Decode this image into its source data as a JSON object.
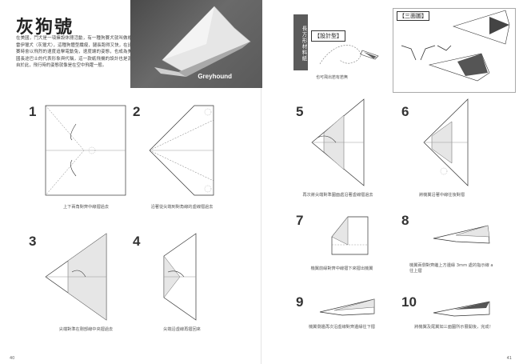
{
  "title": "灰狗號",
  "intro": "在美國，鬥犬是一項擁設休閒活動，有一種狗賽犬就叫做格雷伊獵犬（灰獵犬），這種狗體型纖瘦，腿長跑得又快，在比賽時會以飛烈的速度追擊電動兔，速度讓的姿態，也成為美國長途巴士的代表形象與代稱，這一款紙飛機的設計也是源自於此，飛行時的姿態就像是在空中飛躍一般。",
  "photo_label": "Greyhound",
  "vertical_tag": "長方形材料紙",
  "design_label": "【設計型】",
  "sketch_caption": "也可飛出若有若無",
  "three_view_label": "【三面圖】",
  "steps": [
    {
      "num": "1",
      "caption": "上下兩角對齊中線摺過去"
    },
    {
      "num": "2",
      "caption": "沿著從尖端到對角線的虛線摺過去"
    },
    {
      "num": "3",
      "caption": "尖端對準在剛部線中央摺過去"
    },
    {
      "num": "4",
      "caption": "尖端沿虛線再摺回來"
    },
    {
      "num": "5",
      "caption": "再次將尖端對準圖面處沿著虛線摺過去"
    },
    {
      "num": "6",
      "caption": "將機翼沿著中線往後對摺"
    },
    {
      "num": "7",
      "caption": "機翼前緣對齊中線摺下來摺出機翼"
    },
    {
      "num": "8",
      "caption": "機翼兩側對齊繼上方邊緣 3mm 處的指示線 a 往上摺"
    },
    {
      "num": "9",
      "caption": "機翼側邊再次沿虛線對齊邊緣往下摺"
    },
    {
      "num": "10",
      "caption": "將機翼及尾翼如三面圖所示展開後，完成！"
    }
  ],
  "folios": {
    "left": "40",
    "right": "41"
  }
}
